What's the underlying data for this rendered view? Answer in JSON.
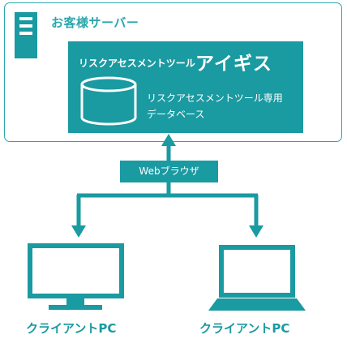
{
  "server": {
    "title": "お客様サーバー"
  },
  "app": {
    "prefix": "リスクアセスメントツール",
    "name": "アイギス"
  },
  "database": {
    "label_line1": "リスクアセスメントツール専用",
    "label_line2": "データベース"
  },
  "connector": {
    "label": "Webブラウザ"
  },
  "clients": [
    {
      "label": "クライアントPC",
      "icon": "desktop-monitor-icon"
    },
    {
      "label": "クライアントPC",
      "icon": "laptop-icon"
    }
  ],
  "colors": {
    "primary": "#1a9aa1",
    "outline": "#2aa6ad",
    "background": "#ffffff"
  }
}
